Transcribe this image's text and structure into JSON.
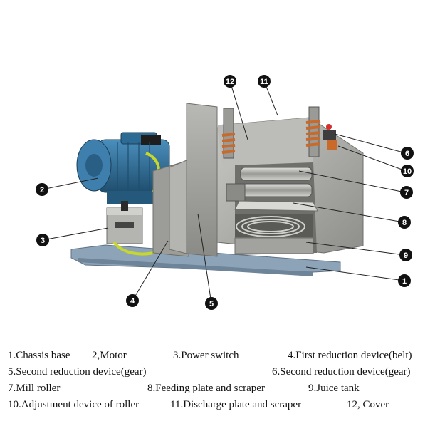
{
  "callouts": [
    {
      "num": "1"
    },
    {
      "num": "2"
    },
    {
      "num": "3"
    },
    {
      "num": "4"
    },
    {
      "num": "5"
    },
    {
      "num": "6"
    },
    {
      "num": "7"
    },
    {
      "num": "8"
    },
    {
      "num": "9"
    },
    {
      "num": "10"
    },
    {
      "num": "11"
    },
    {
      "num": "12"
    }
  ],
  "legend": {
    "row1": [
      "1.Chassis base",
      "2,Motor",
      "3.Power switch",
      "4.First reduction device(belt)"
    ],
    "row2": [
      "5.Second reduction device(gear)",
      "6.Second reduction device(gear)"
    ],
    "row3": [
      "7.Mill roller",
      "8.Feeding plate and scraper",
      "9.Juice tank"
    ],
    "row4": [
      "10.Adjustment device of roller",
      "11.Discharge plate and scraper",
      "12, Cover"
    ]
  },
  "colors": {
    "steel": "#a9a9a6",
    "steel_dark": "#7c7c78",
    "motor_blue": "#2f6f97",
    "base_blue": "#7f97ad",
    "wire_yellow": "#c8d82a",
    "spring_orange": "#c96a2b",
    "callout_fill": "#111111"
  }
}
